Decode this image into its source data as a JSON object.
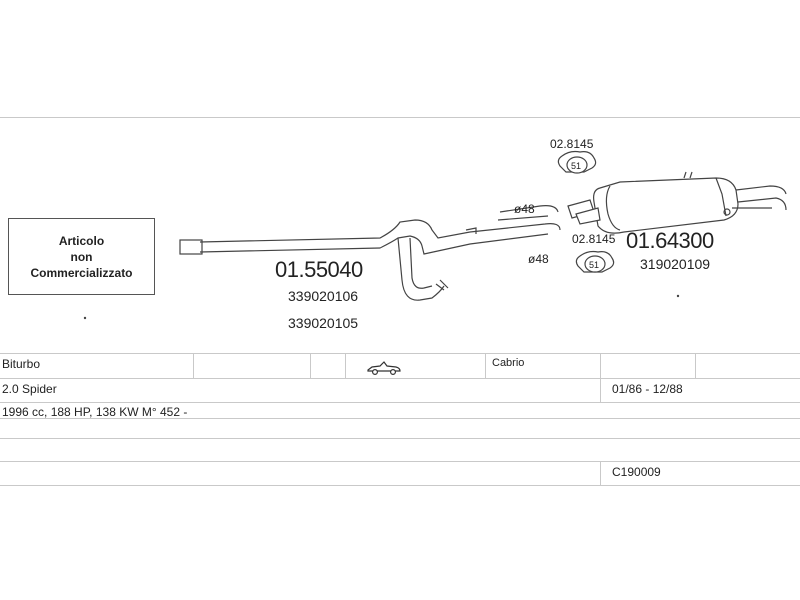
{
  "diagram": {
    "note_lines": [
      "Articolo",
      "non",
      "Commercializzato"
    ],
    "parts": [
      {
        "part_number": "01.55040",
        "refs": [
          "339020106",
          "339020105"
        ]
      },
      {
        "part_number": "01.64300",
        "refs": [
          "319020109"
        ]
      }
    ],
    "clamps": [
      {
        "number": "02.8145",
        "badge": "51"
      },
      {
        "number": "02.8145",
        "badge": "51"
      }
    ],
    "diameters": [
      "ø48",
      "ø48"
    ]
  },
  "table": {
    "row1": {
      "name": "Biturbo",
      "icon": "convertible-car-icon",
      "body": "Cabrio"
    },
    "row2": {
      "model": "2.0 Spider",
      "years": "01/86 - 12/88"
    },
    "row3": {
      "engine": "1996 cc, 188 HP, 138 KW M° 452 -"
    },
    "row5": {
      "code": "C190009"
    }
  }
}
